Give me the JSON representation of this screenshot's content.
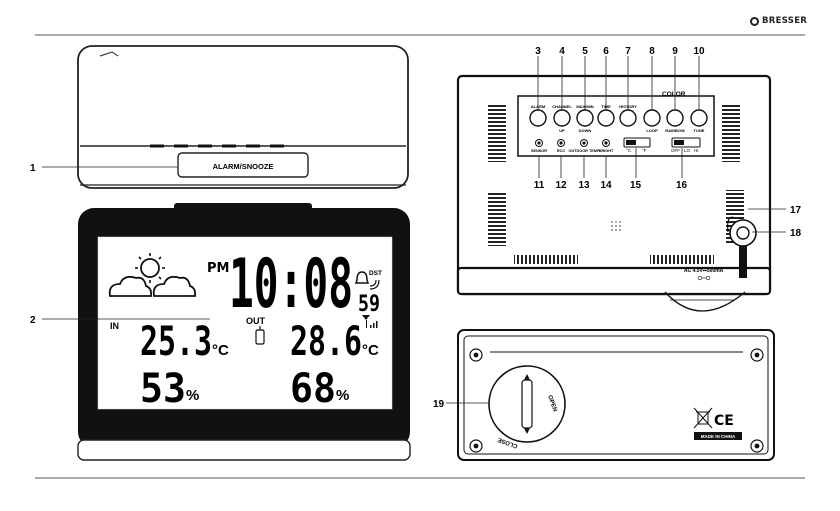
{
  "brand": {
    "name": "BRESSER"
  },
  "device": {
    "alarm_button": "ALARM/SNOOZE",
    "weather_icon": "sun-behind-clouds",
    "time": "10:08",
    "time_period": "PM",
    "seconds": "59",
    "dst": "DST",
    "indoor_label": "IN",
    "outdoor_label": "OUT",
    "indoor_temp": "25.3",
    "outdoor_temp": "28.6",
    "temp_unit": "°C",
    "indoor_humidity": "53",
    "outdoor_humidity": "68",
    "humidity_unit": "%"
  },
  "back": {
    "top_buttons": [
      {
        "number": "3",
        "label": "ALARM",
        "sublabel": ""
      },
      {
        "number": "4",
        "label": "CHANNEL",
        "sublabel": "UP"
      },
      {
        "number": "5",
        "label": "MAX/MIN",
        "sublabel": "DOWN"
      },
      {
        "number": "6",
        "label": "TIME",
        "sublabel": ""
      },
      {
        "number": "7",
        "label": "HISTORY",
        "sublabel": ""
      },
      {
        "number": "8",
        "label": "",
        "sublabel": "LOOP"
      },
      {
        "number": "9",
        "label": "",
        "sublabel": "RAINBOW"
      },
      {
        "number": "10",
        "label": "",
        "sublabel": "TUNE"
      }
    ],
    "color_label": "COLOR",
    "small_buttons": [
      {
        "number": "11",
        "label": "SENSOR"
      },
      {
        "number": "12",
        "label": "RCC"
      },
      {
        "number": "13",
        "label": "OUTDOOR TEMP"
      },
      {
        "number": "14",
        "label": "BRIGHT"
      }
    ],
    "switch_15": {
      "number": "15",
      "positions": [
        "°C",
        "°F"
      ]
    },
    "switch_16": {
      "number": "16",
      "positions": [
        "OFF",
        "LO",
        "HI"
      ]
    },
    "power_spec": "AC 4.5V⎓500mA",
    "callout_17": "17",
    "callout_18": "18"
  },
  "bottom": {
    "battery_open": "OPEN",
    "battery_close": "CLOSE",
    "made_in": "MADE IN CHINA",
    "ce_mark": "CE",
    "weee_icon": "crossed-out-bin"
  },
  "callouts": {
    "c1": "1",
    "c2": "2",
    "c19": "19"
  }
}
